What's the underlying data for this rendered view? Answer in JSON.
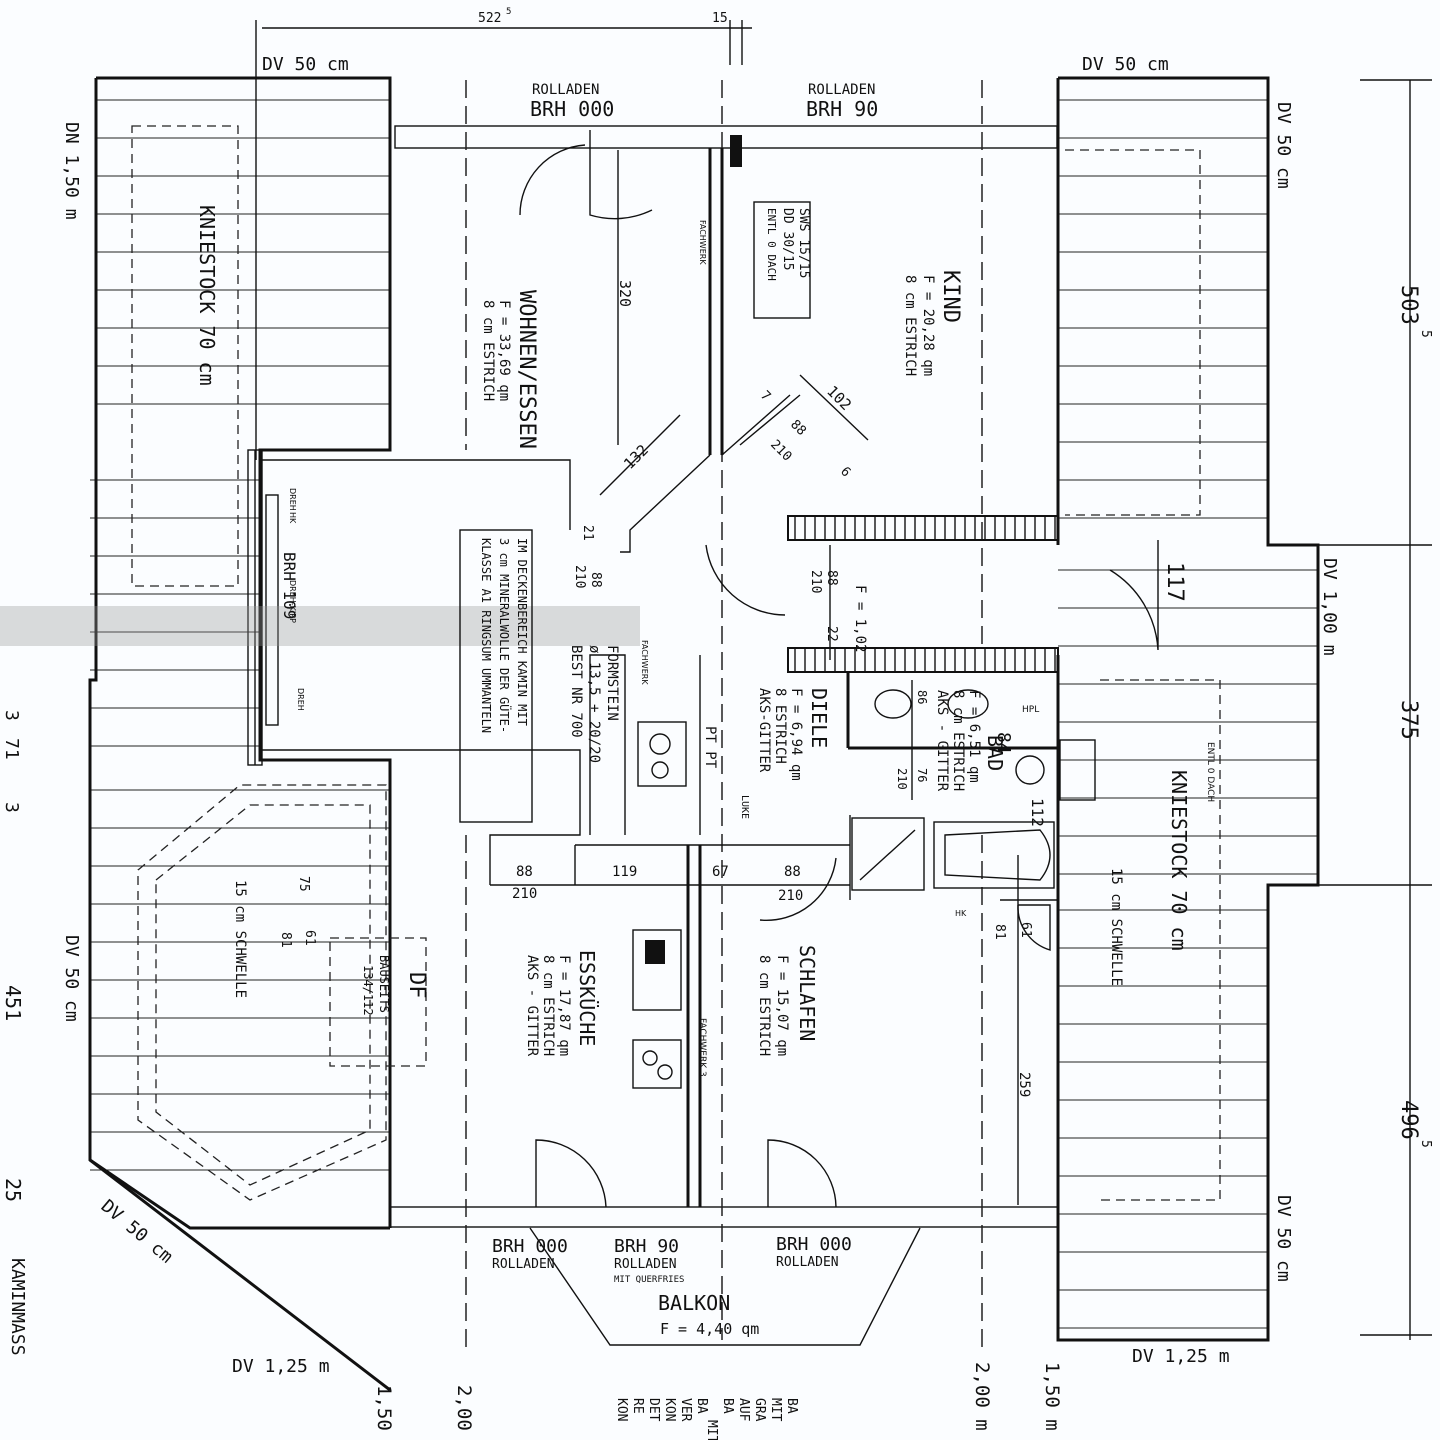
{
  "dimensions": {
    "top_width": "522",
    "top_width_sup": "5",
    "top_gap": "15",
    "right_upper": "503",
    "right_upper_sup": "5",
    "right_middle": "375",
    "right_lower": "496",
    "right_lower_sup": "5",
    "left_451": "451",
    "left_25": "25",
    "left_3a": "3",
    "left_71": "71",
    "left_3b": "3"
  },
  "roof_labels": {
    "dv_top_left": "DV 50 cm",
    "dv_top_right": "DV 50 cm",
    "dn_left": "DN 1,50 m",
    "dv_right_upper": "DV 50 cm",
    "dv_right_middle": "DV 1,00 m",
    "dv_right_lower": "DV 50 cm",
    "dv_left_lower": "DV 50 cm",
    "dv_diag": "DV 50 cm",
    "dv_bottom_left": "DV 1,25 m",
    "dv_bottom_right": "DV 1,25 m",
    "kaminmass": "KAMINMASS"
  },
  "bottom_measures": [
    "1,50",
    "2,00",
    "2,00 m",
    "1,50 m"
  ],
  "windows": {
    "top_left": {
      "line1": "ROLLADEN",
      "line2": "BRH 000"
    },
    "top_right": {
      "line1": "ROLLADEN",
      "line2": "BRH 90"
    },
    "bottom_left": {
      "line1": "BRH 000",
      "line2": "ROLLADEN"
    },
    "bottom_mid": {
      "line1": "BRH 90",
      "line2": "ROLLADEN",
      "line3": "MIT QUERFRIES"
    },
    "bottom_right": {
      "line1": "BRH 000",
      "line2": "ROLLADEN"
    },
    "left_window": "BRH 109",
    "dreh_top": "DREH",
    "dreh_hk": "HK",
    "dreh_kipp": "DREH-KIPP",
    "dreh_bottom": "DREH"
  },
  "rooms": {
    "wohnen": {
      "name": "WOHNEN/ESSEN",
      "area": "F = 33,69 qm",
      "floor": "8 cm ESTRICH"
    },
    "kind": {
      "name": "KIND",
      "area": "F = 20,28 qm",
      "floor": "8 cm ESTRICH"
    },
    "diele": {
      "name": "DIELE",
      "area": "F = 6,94 qm",
      "floor": "8 ESTRICH",
      "extra": "AKS-GITTER"
    },
    "bad": {
      "name": "BAD",
      "area": "F = 6,51 qm",
      "floor": "8 cm ESTRICH",
      "extra": "AKS - GITTER"
    },
    "esskueche": {
      "name": "ESSKÜCHE",
      "area": "F = 17,87 qm",
      "floor": "8 cm ESTRICH",
      "extra": "AKS - GITTER"
    },
    "schlafen": {
      "name": "SCHLAFEN",
      "area": "F = 15,07 qm",
      "floor": "8 cm ESTRICH"
    },
    "balkon": {
      "name": "BALKON",
      "area": "F = 4,40 qm"
    },
    "store": {
      "area": "F = 1,02"
    }
  },
  "notes": {
    "kniestock_left": "KNIESTOCK 70 cm",
    "kniestock_right": "KNIESTOCK 70 cm",
    "schwelle_left": "15 cm SCHWELLE",
    "schwelle_right": "15 cm SCHWELLE",
    "entl_right": "ENTL 0 DACH",
    "fachwerk_top": "FACHWERK",
    "fachwerk_mid": "FACHWERK",
    "fachwerk_bottom": "FACHWERK 3",
    "sws": [
      "SWS 15/15",
      "DD 30/15",
      "ENTL 0 DACH"
    ],
    "kamin_box": [
      "IM DECKENBEREICH KAMIN MIT",
      "3 cm MINERALWOLLE DER GÜTE-",
      "KLASSE A1 RINGSUM UMMANTELN"
    ],
    "formstein": [
      "FORMSTEIN",
      "ø 13,5 + 20/20",
      "BEST NR 700"
    ],
    "df_label": "DF",
    "bauseits": [
      "BAUSEITS",
      "134/112"
    ],
    "luke": "LUKE",
    "pt": "PT PT",
    "hpl": "HPL",
    "hk": "HK"
  },
  "measures": {
    "m320": "320",
    "m132": "132",
    "m102": "102",
    "m7": "7",
    "m88a": "88",
    "m210a": "210",
    "m6": "6",
    "m21": "21",
    "m210b": "210",
    "m88b": "88",
    "m210c": "210",
    "m88c": "88",
    "m22": "22",
    "m117": "117",
    "m86": "86",
    "m210d": "210",
    "m76": "76",
    "m84": "84",
    "m112": "112",
    "m88d": "88",
    "m210e": "210",
    "m119": "119",
    "m67": "67",
    "m88e": "88",
    "m210f": "210",
    "m75": "75",
    "m61a": "61",
    "m81a": "81",
    "m61b": "61",
    "m81b": "81",
    "m259": "259"
  },
  "bottom_text_fragments": [
    "BA",
    "VER",
    "KON",
    "DET",
    "BA",
    "MIT",
    "GRA",
    "AUF",
    "BA",
    "MIT",
    "RE",
    "KON"
  ]
}
